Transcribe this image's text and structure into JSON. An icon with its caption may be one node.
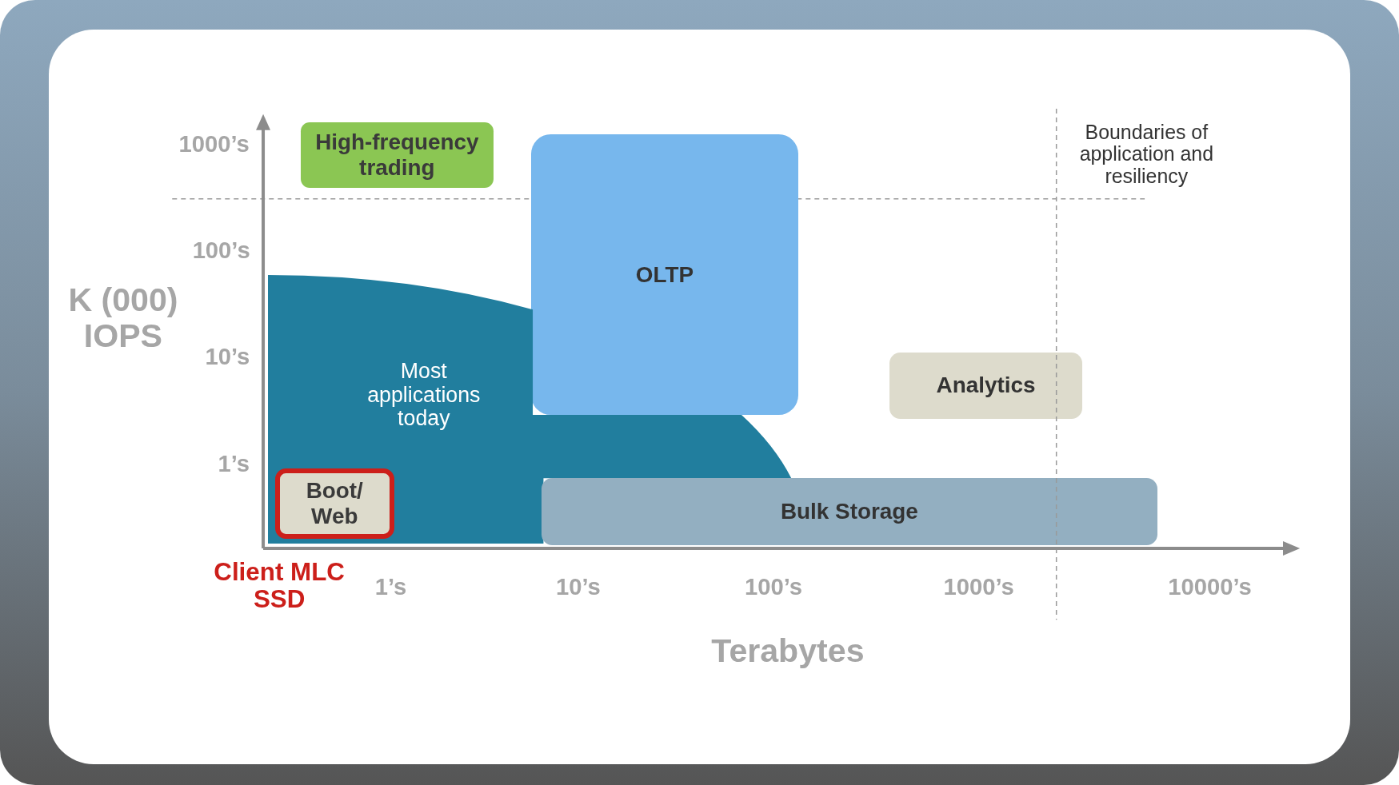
{
  "diagram": {
    "nodes": [
      {
        "text": [
          "High-frequency trading"
        ]
      },
      {
        "text": [
          "OLTP"
        ]
      },
      {
        "text": [
          "Most applications today"
        ]
      },
      {
        "text": [
          "Analytics"
        ]
      },
      {
        "text": [
          "Boot/ Web"
        ],
        "in": 2
      },
      {
        "text": [
          "Bulk Storage"
        ]
      }
    ],
    "labels": [
      "1000’s",
      "Boundaries of application and resiliency",
      "100’s",
      "K (000) IOPS",
      "10’s",
      "1’s",
      "Client MLC SSD",
      "1’s",
      "10’s",
      "100’s",
      "1000’s",
      "10000’s",
      "Terabytes"
    ]
  }
}
